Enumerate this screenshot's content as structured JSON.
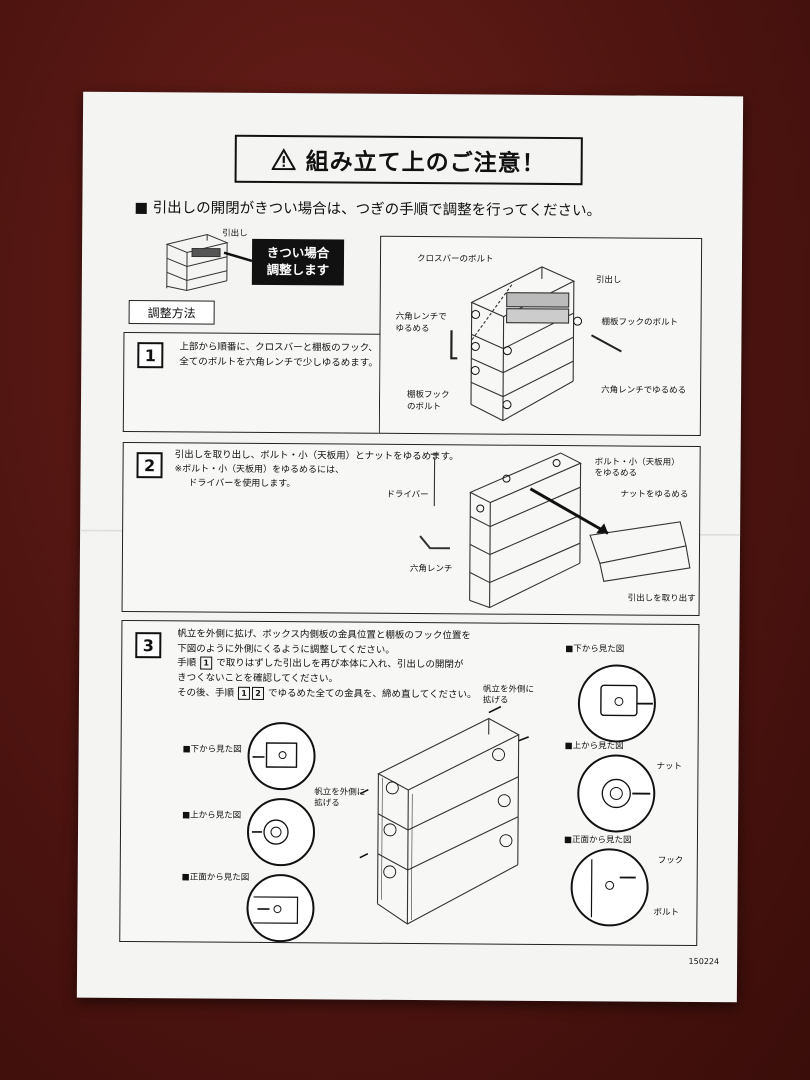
{
  "title": "組み立て上のご注意！",
  "intro": "■ 引出しの開閉がきつい場合は、つぎの手順で調整を行ってください。",
  "overview": {
    "drawer_label": "引出し",
    "badge_line1": "きつい場合",
    "badge_line2": "調整します",
    "method_tag": "調整方法"
  },
  "step1": {
    "number": "1",
    "text_line1": "上部から順番に、クロスバーと棚板のフック、",
    "text_line2": "全てのボルトを六角レンチで少しゆるめます。",
    "label_crossbar_bolt": "クロスバーのボルト",
    "label_drawer": "引出し",
    "label_hex_wrench_l1": "六角レンチで",
    "label_hex_wrench_l2": "ゆるめる",
    "label_shelf_hook_bolt": "棚板フックのボルト",
    "label_shelf_hook_l1": "棚板フック",
    "label_shelf_hook_l2": "のボルト",
    "label_hex_wrench_right": "六角レンチでゆるめる"
  },
  "step2": {
    "number": "2",
    "text_line1": "引出しを取り出し、ボルト・小（天板用）とナットをゆるめます。",
    "text_line2": "※ボルト・小（天板用）をゆるめるには、",
    "text_line3": "ドライバーを使用します。",
    "label_bolt_small_l1": "ボルト・小（天板用）",
    "label_bolt_small_l2": "をゆるめる",
    "label_nut": "ナットをゆるめる",
    "label_driver": "ドライバー",
    "label_hex_wrench": "六角レンチ",
    "label_remove_drawer": "引出しを取り出す"
  },
  "step3": {
    "number": "3",
    "text_line1": "帆立を外側に拡げ、ボックス内側板の金具位置と棚板のフック位置を",
    "text_line2": "下図のように外側にくるように調整してください。",
    "text_line3a": "手順",
    "text_line3_box": "1",
    "text_line3b": "で取りはずした引出しを再び本体に入れ、引出しの開閉が",
    "text_line4": "きつくないことを確認してください。",
    "text_line5a": "その後、手順",
    "text_line5_box1": "1",
    "text_line5_box2": "2",
    "text_line5b": "でゆるめた全ての金具を、締め直してください。",
    "label_view_bottom_l": "■下から見た図",
    "label_view_top_l": "■上から見た図",
    "label_view_front_l": "■正面から見た図",
    "label_view_bottom_r": "■下から見た図",
    "label_view_top_r": "■上から見た図",
    "label_view_front_r": "■正面から見た図",
    "label_spread_r_l1": "帆立を外側に",
    "label_spread_r_l2": "拡げる",
    "label_spread_c_l1": "帆立を外側に",
    "label_spread_c_l2": "拡げる",
    "label_nut": "ナット",
    "label_hook": "フック",
    "label_bolt": "ボルト"
  },
  "doc_code": "150224"
}
